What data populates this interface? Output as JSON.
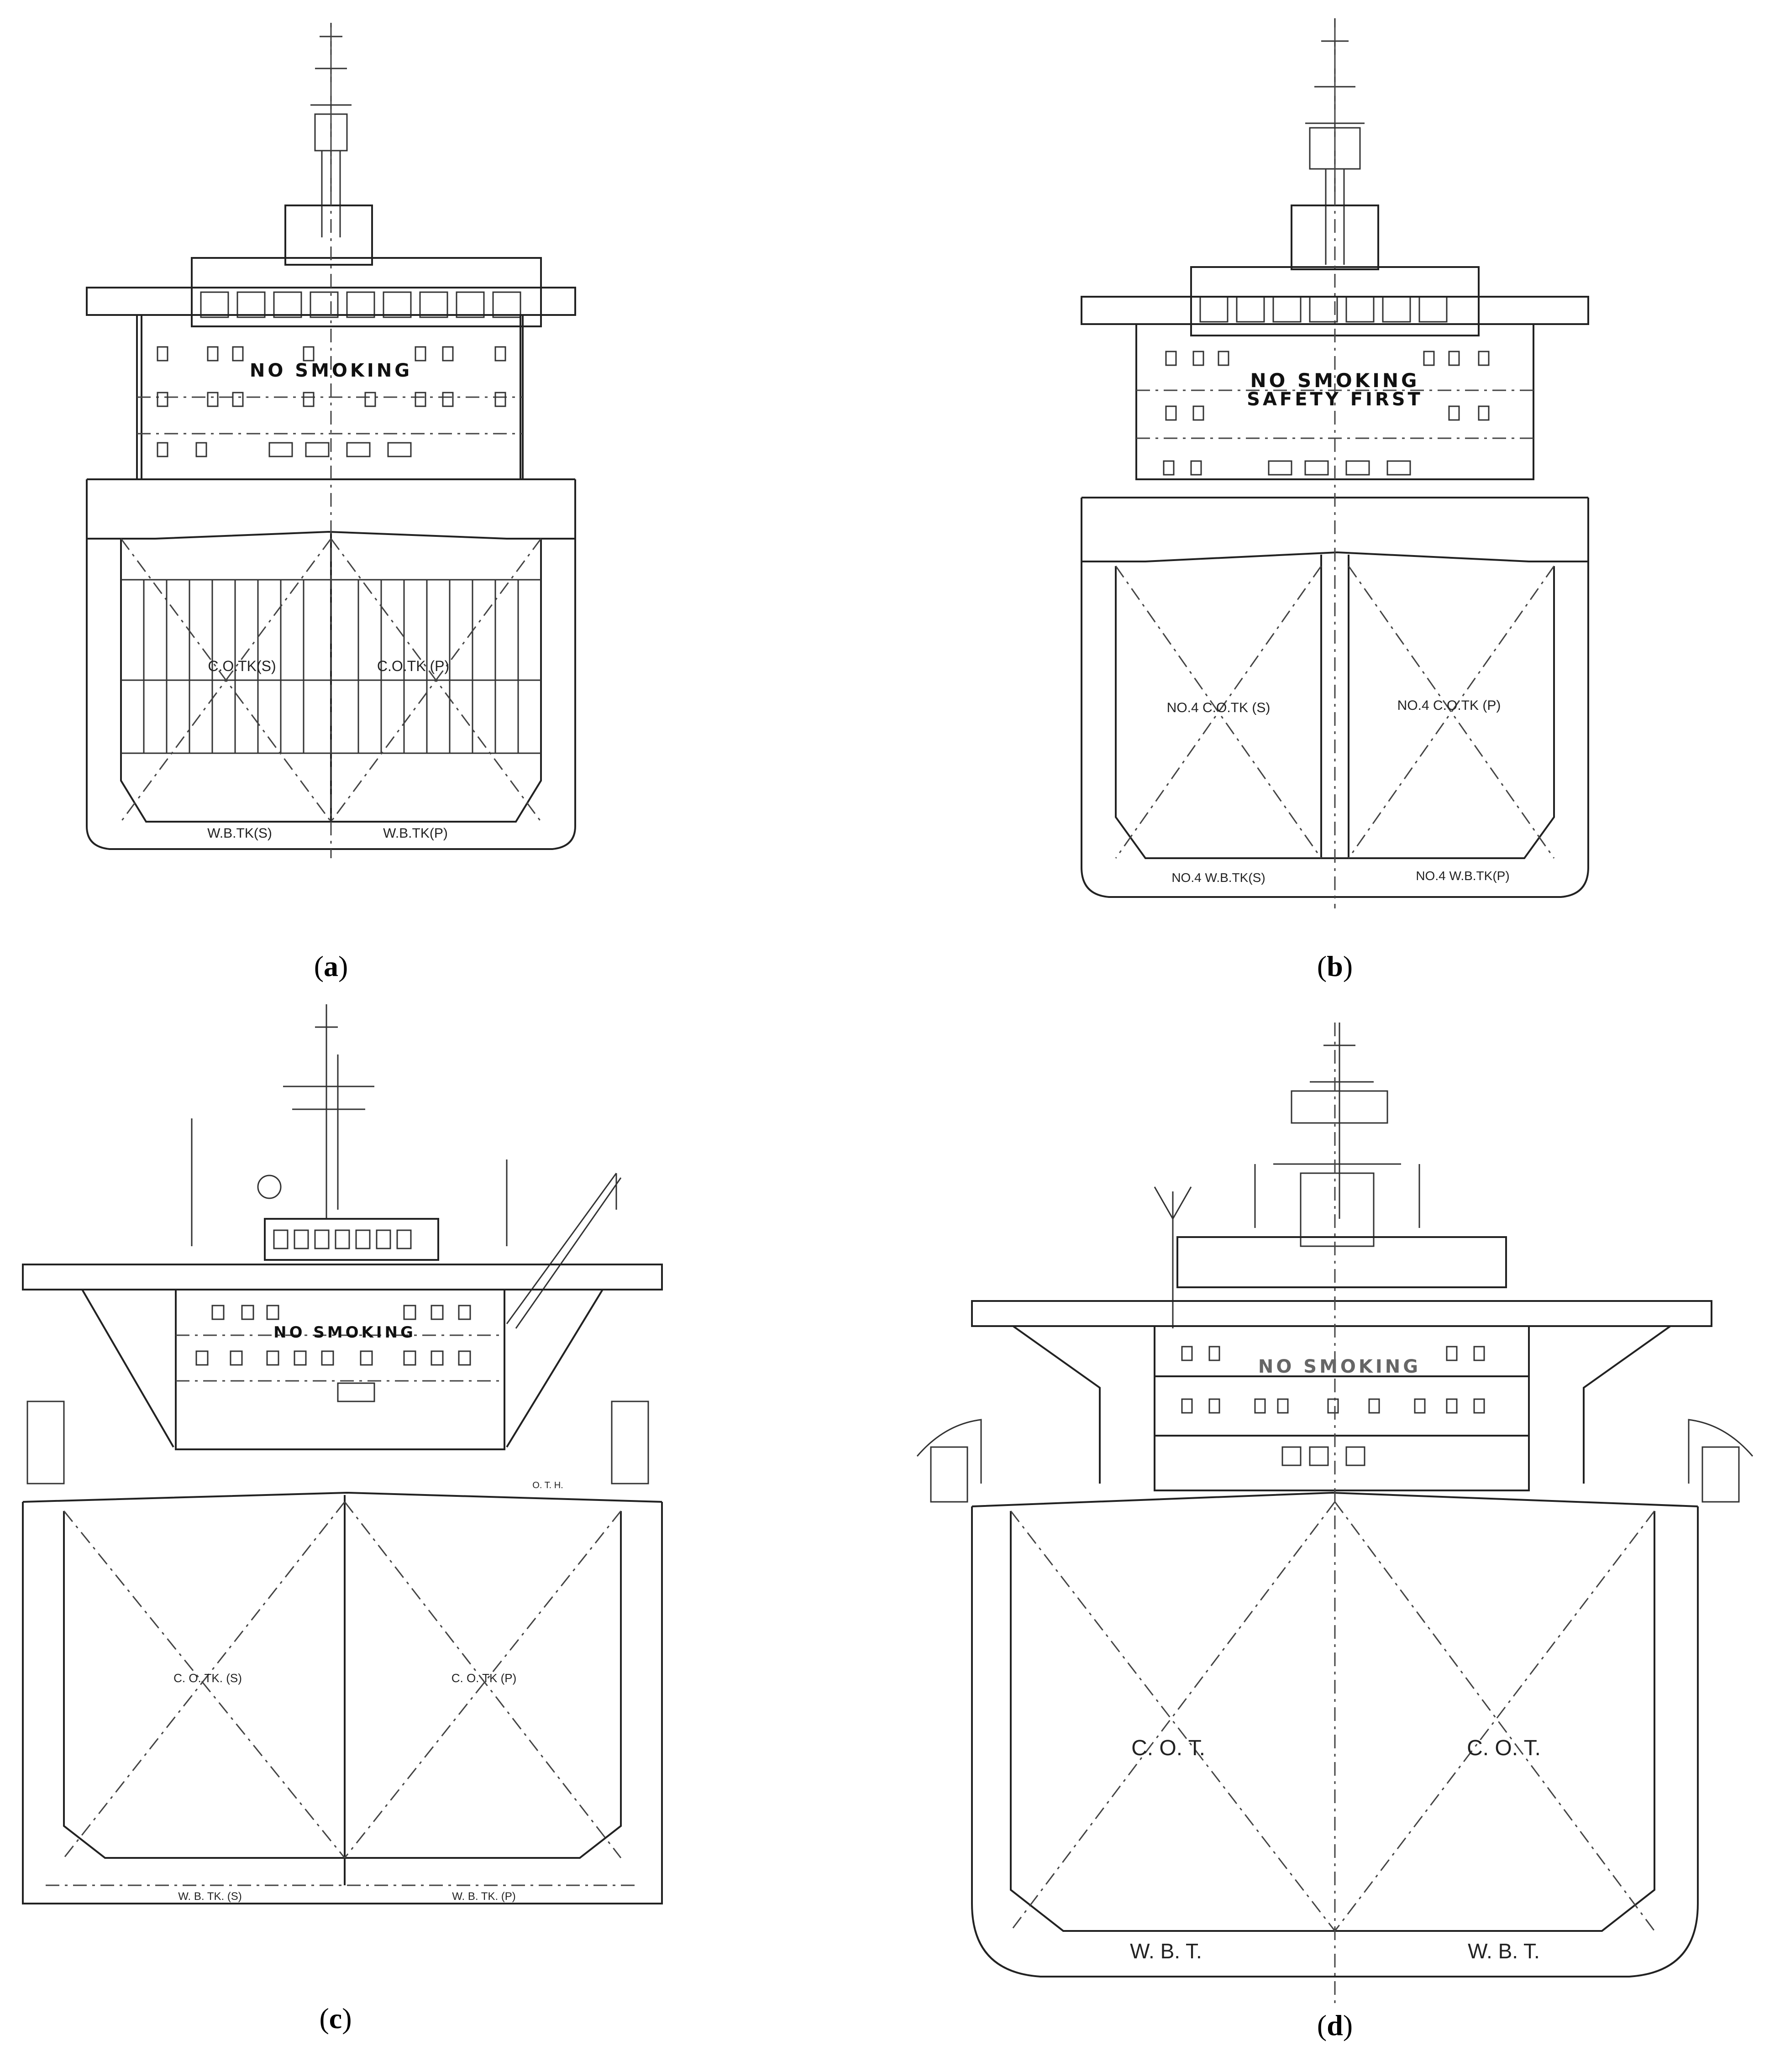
{
  "panels": [
    {
      "caption_open": "(",
      "caption_letter": "a",
      "caption_close": ")",
      "sign_lines": [
        "NO SMOKING"
      ],
      "tank_labels": [
        "C.O.TK(S)",
        "C.O.TK (P)"
      ],
      "bottom_labels": [
        "W.B.TK(S)",
        "W.B.TK(P)"
      ]
    },
    {
      "caption_open": "(",
      "caption_letter": "b",
      "caption_close": ")",
      "sign_lines": [
        "NO SMOKING",
        "SAFETY FIRST"
      ],
      "tank_labels": [
        "NO.4 C.O.TK (S)",
        "NO.4 C.O.TK (P)"
      ],
      "bottom_labels": [
        "NO.4 W.B.TK(S)",
        "NO.4 W.B.TK(P)"
      ]
    },
    {
      "caption_open": "(",
      "caption_letter": "c",
      "caption_close": ")",
      "sign_lines": [
        "NO SMOKING"
      ],
      "tank_labels": [
        "C. O. TK. (S)",
        "C. O. TK (P)"
      ],
      "bottom_labels": [
        "W. B. TK. (S)",
        "W. B. TK. (P)"
      ],
      "misc_label": "O. T. H."
    },
    {
      "caption_open": "(",
      "caption_letter": "d",
      "caption_close": ")",
      "sign_lines": [
        "NO SMOKING"
      ],
      "tank_labels": [
        "C. O. T.",
        "C. O. T."
      ],
      "bottom_labels": [
        "W. B. T.",
        "W. B. T."
      ]
    }
  ]
}
